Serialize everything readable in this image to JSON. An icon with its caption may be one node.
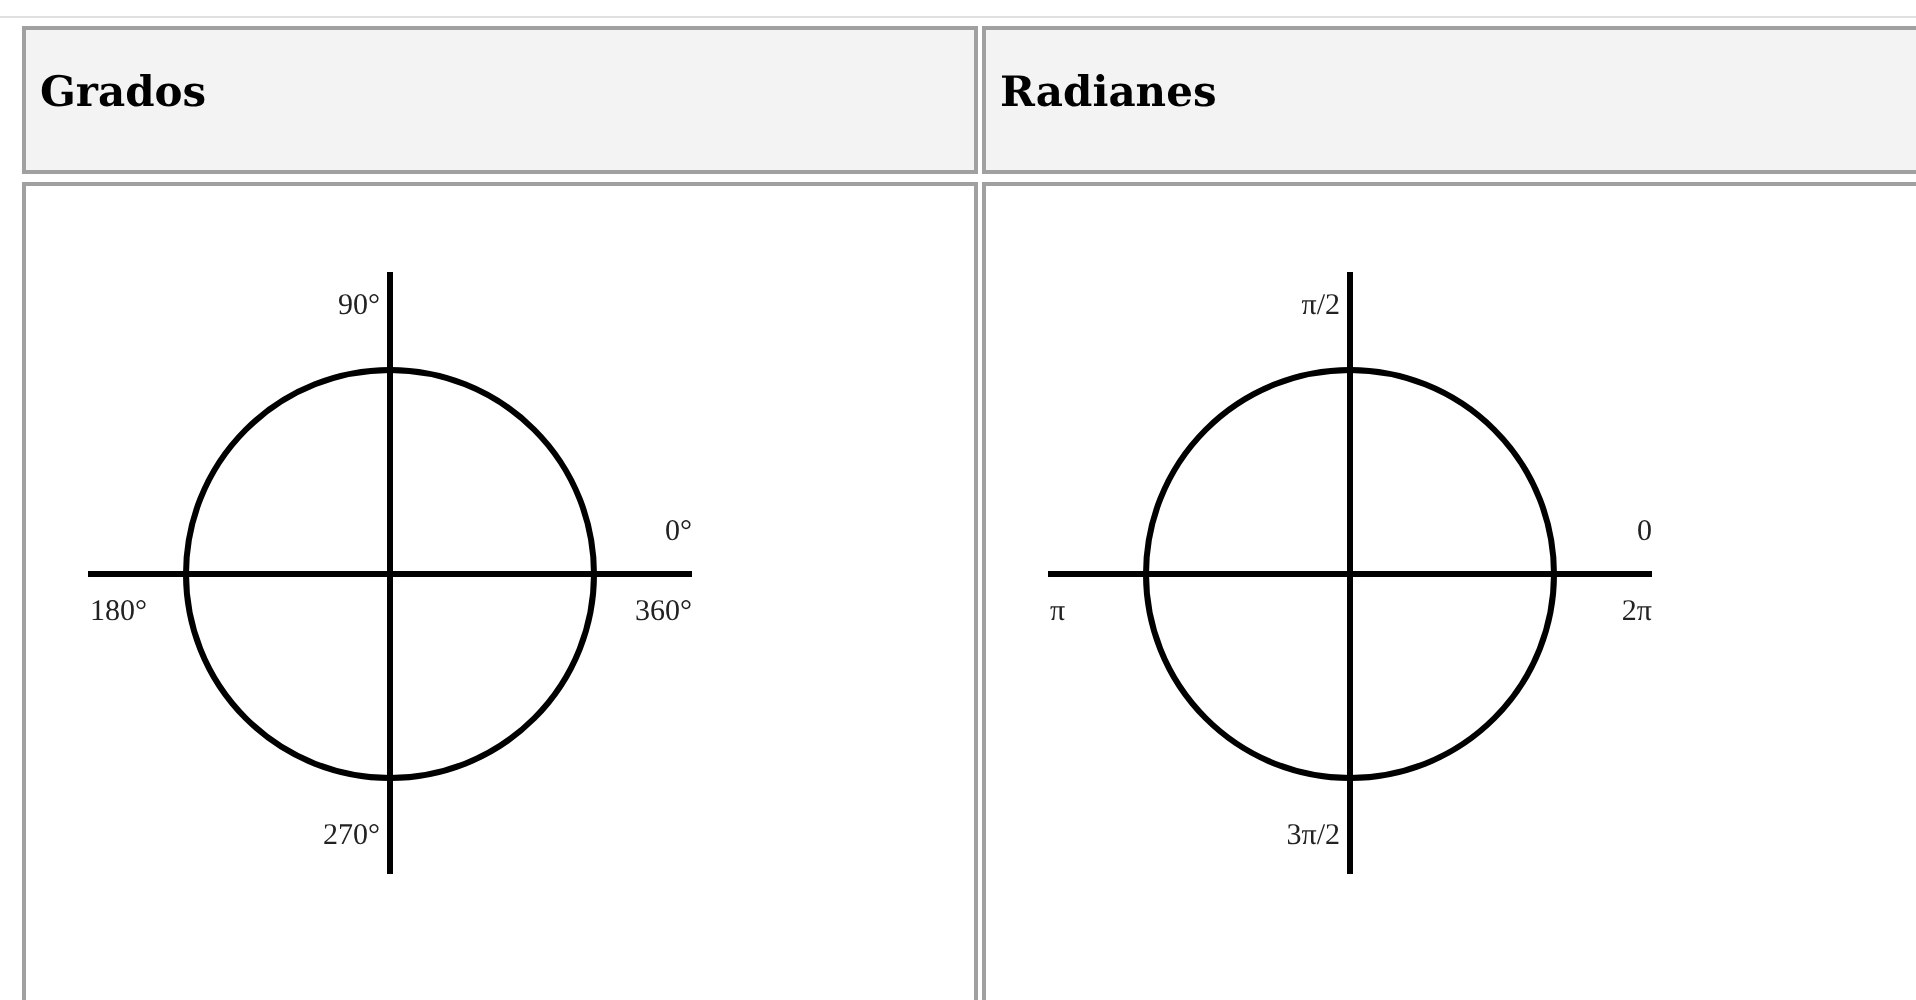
{
  "diagram": {
    "labels": [
      "Grados",
      "Radianes",
      "90°",
      "0°",
      "180°",
      "360°",
      "270°",
      "π/2",
      "0",
      "π",
      "2π",
      "3π/2"
    ]
  }
}
